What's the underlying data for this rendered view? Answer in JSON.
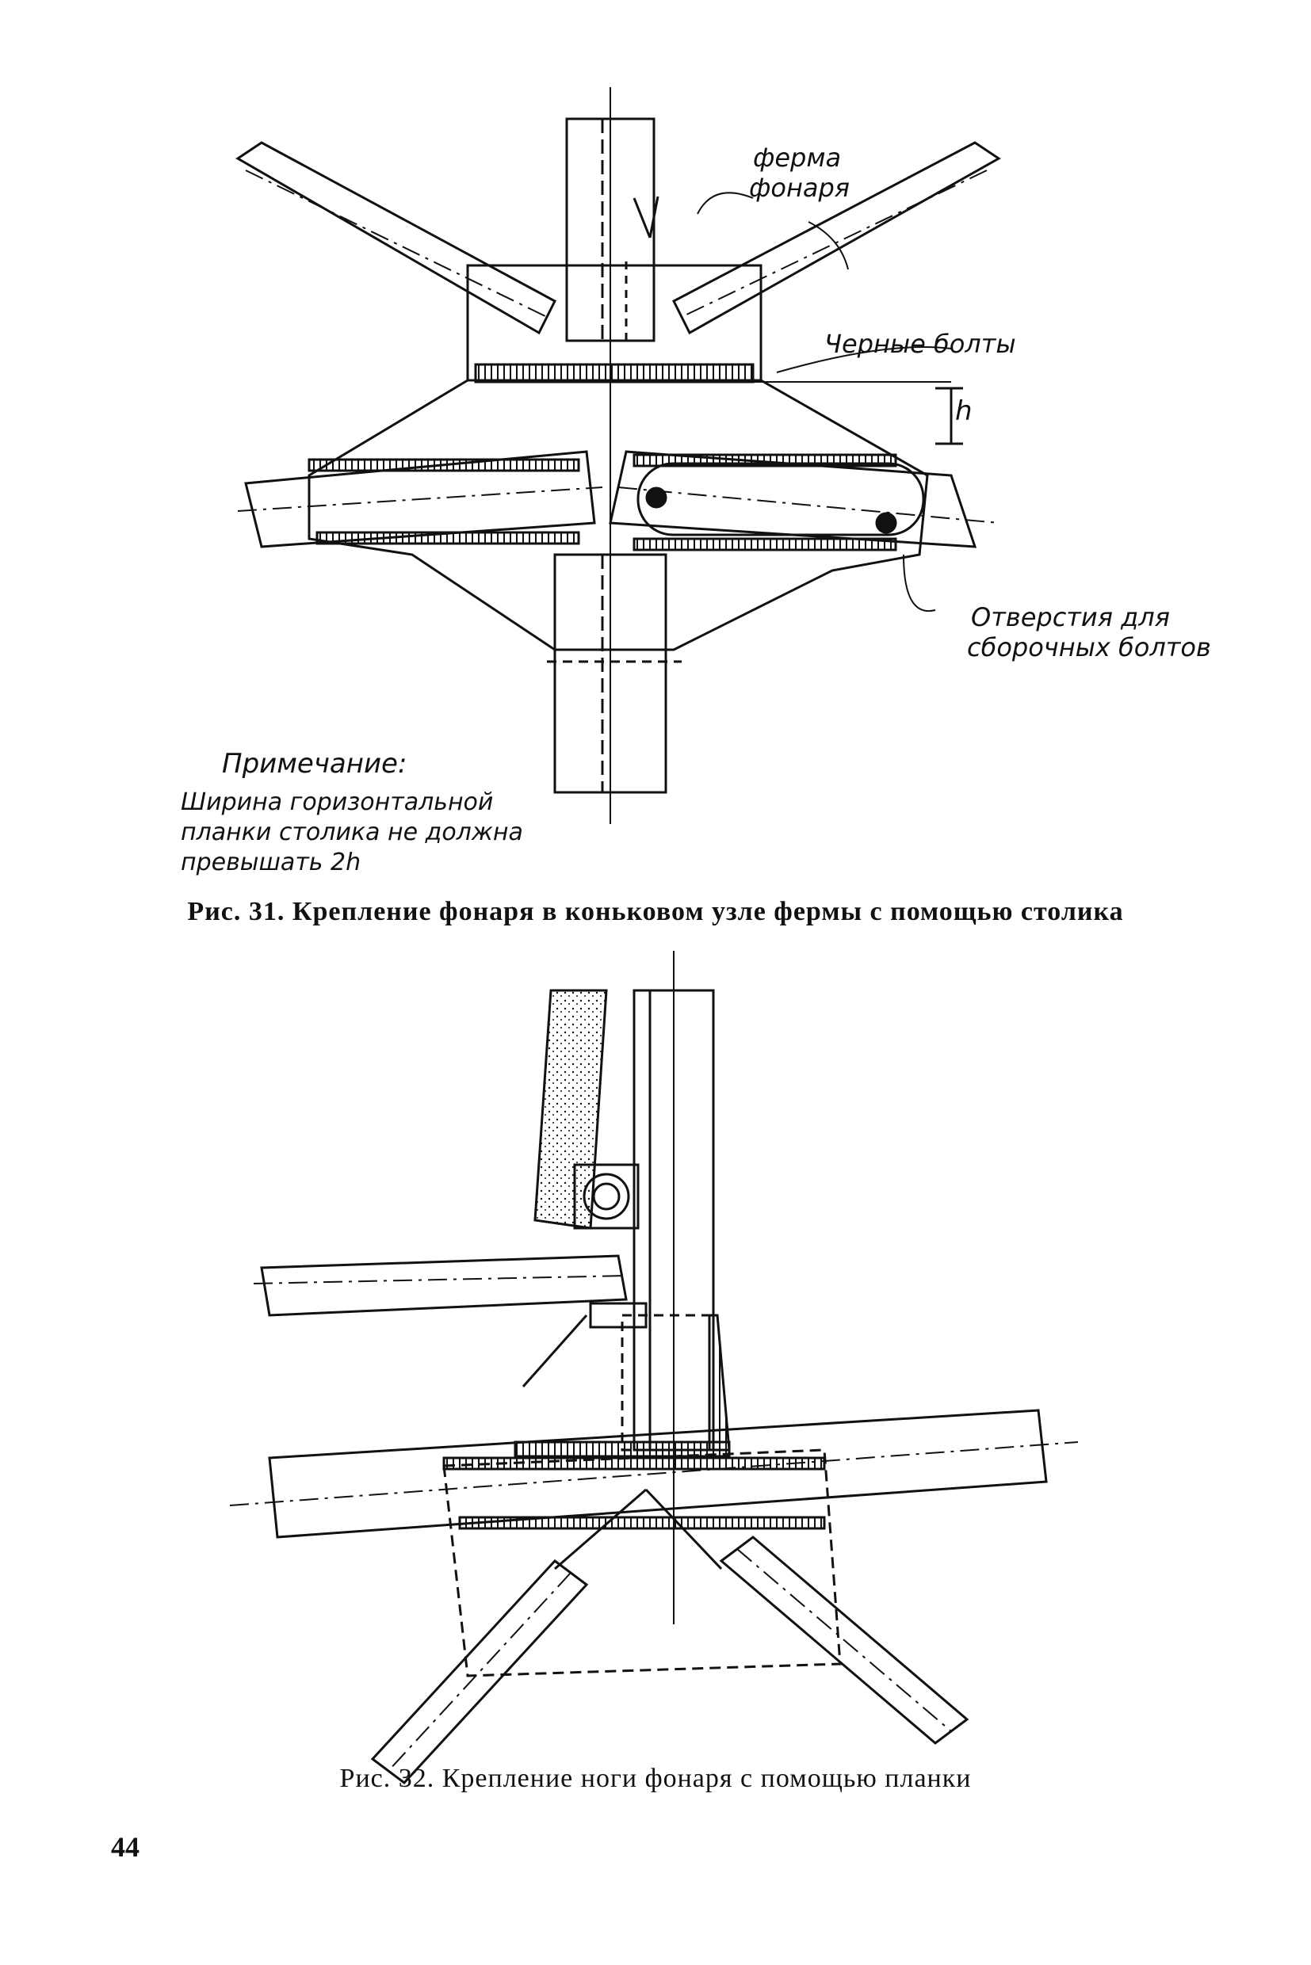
{
  "figure31": {
    "label_truss": [
      "ферма",
      "фонаря"
    ],
    "label_bolts": "Черные болты",
    "label_h": "h",
    "label_holes": [
      "Отверстия для",
      "сборочных болтов"
    ],
    "note_title": "Примечание:",
    "note_lines": [
      "Ширина горизонтальной",
      "планки столика не должна",
      "превышать 2h"
    ],
    "caption": "Рис. 31. Крепление фонаря в коньковом узле фермы с помощью столика"
  },
  "figure32": {
    "caption": "Рис. 32. Крепление ноги фонаря с помощью планки"
  },
  "page_number": "44"
}
